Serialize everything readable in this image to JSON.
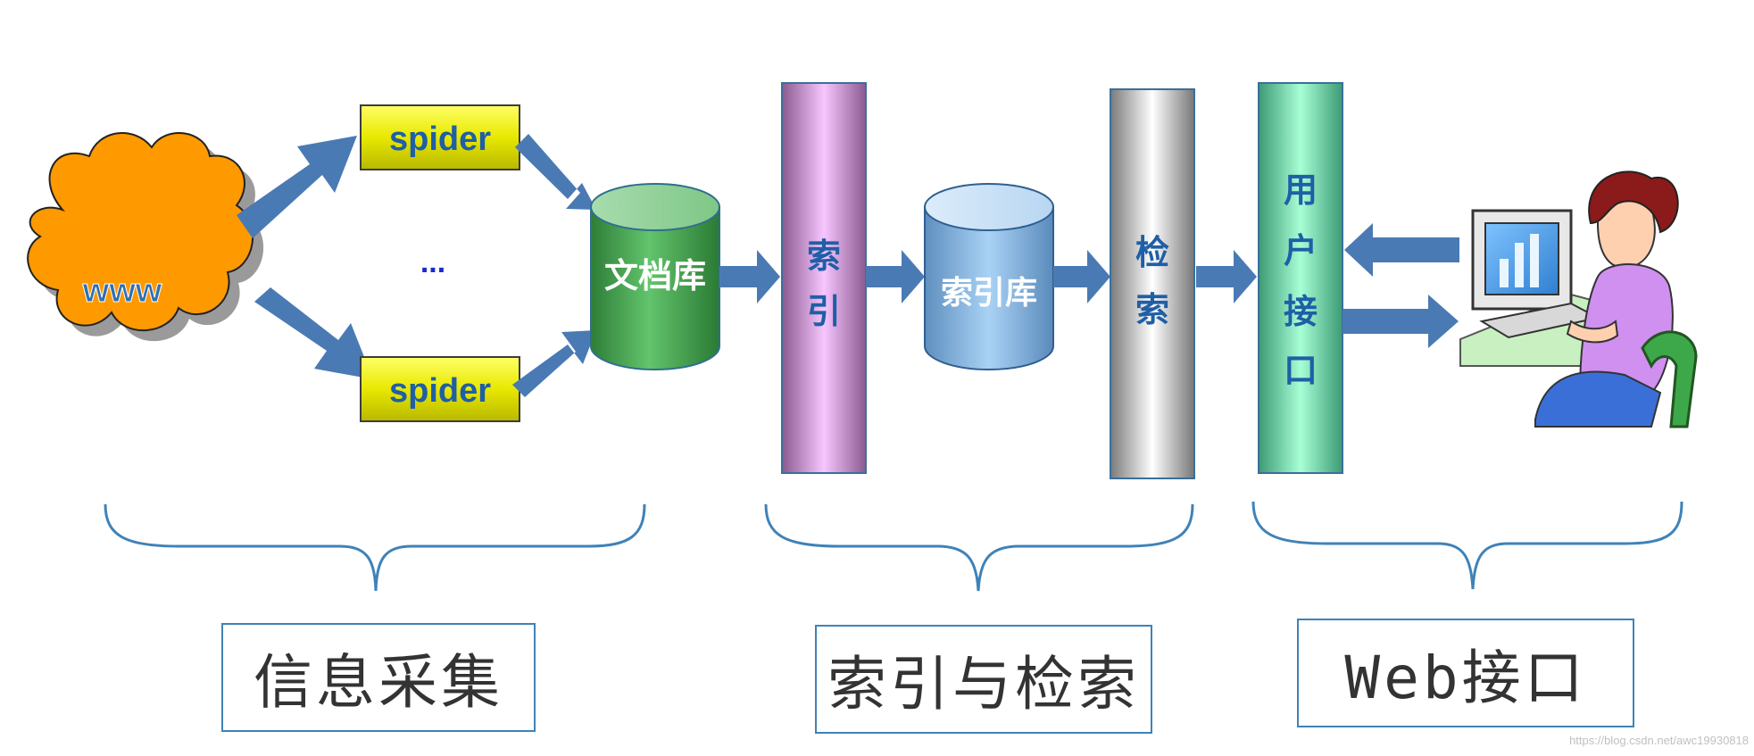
{
  "nodes": {
    "www": "www",
    "spider_top": "spider",
    "spider_bottom": "spider",
    "ellipsis": "...",
    "doc_db": "文档库",
    "index": "索引",
    "index_db": "索引库",
    "search": "检索",
    "ui": "用户接口"
  },
  "stages": {
    "collect": "信息采集",
    "index_search": "索引与检索",
    "web": "Web接口"
  },
  "watermark": "https://blog.csdn.net/awc19930818",
  "colors": {
    "arrow": "#4a7ab4",
    "cloud": "#ff9900",
    "spider_fill": "#e8e800",
    "doc_db": "#3ea34a",
    "index_bar": "#e9aef0",
    "index_db": "#8cbde8",
    "search_bar": "#bdbdbd",
    "ui_bar": "#7de0b4",
    "brace": "#3f82b8",
    "text_blue": "#1f5fa6"
  }
}
